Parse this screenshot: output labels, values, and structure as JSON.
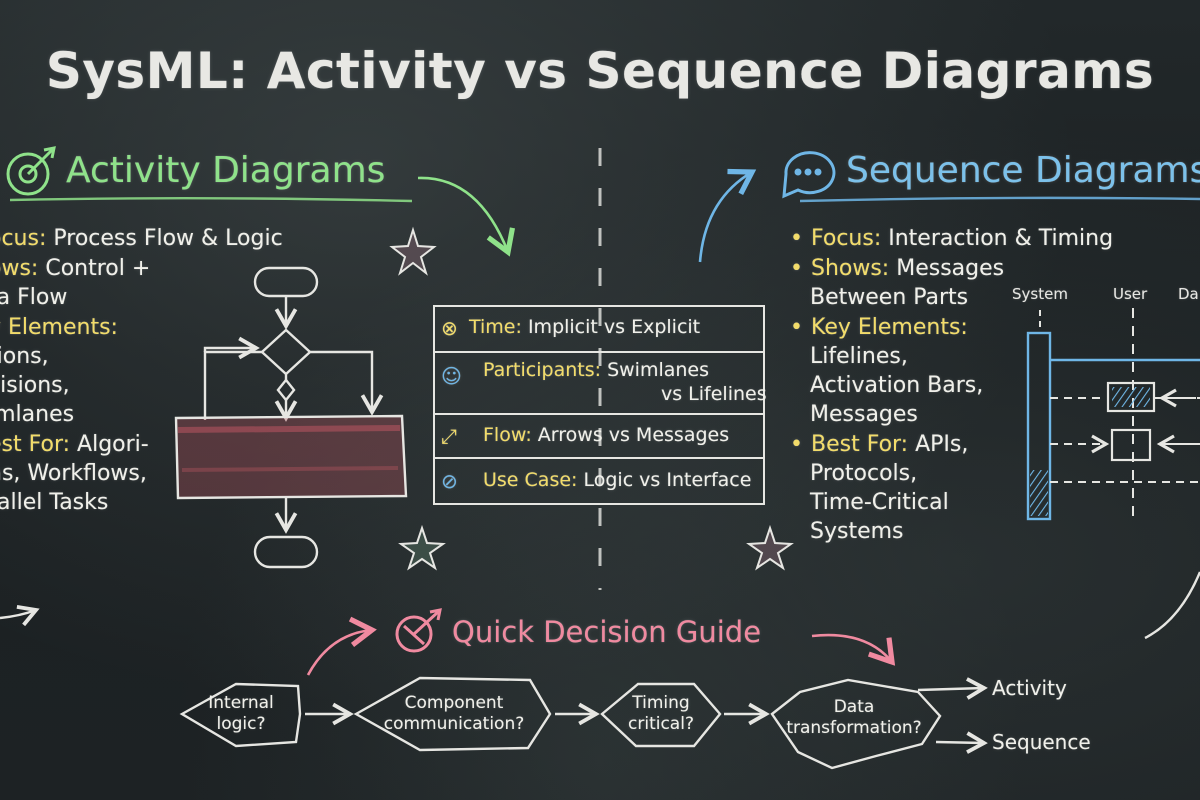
{
  "title": "SysML: Activity vs Sequence Diagrams",
  "activity": {
    "heading": "Activity Diagrams",
    "color": "#8fe28a",
    "bullets": [
      {
        "key": "ocus:",
        "lines": [
          "Process Flow & Logic"
        ]
      },
      {
        "key": "ows:",
        "lines": [
          "Control +",
          "ta Flow"
        ]
      },
      {
        "key": "y Elements:",
        "lines": [
          "tions,",
          "cisions,",
          "imlanes"
        ]
      },
      {
        "key": "est For:",
        "lines": [
          "Algori-",
          "ns, Workflows,",
          "rallel Tasks"
        ]
      }
    ]
  },
  "comparison": {
    "rows": [
      {
        "key": "Time:",
        "value": "Implicit vs Explicit",
        "icon": "clock-arrow-icon"
      },
      {
        "key": "Participants:",
        "value": "Swimlanes",
        "value2": "vs Lifelines",
        "icon": "people-icon"
      },
      {
        "key": "Flow:",
        "value": "Arrows vs Messages",
        "icon": "diagonal-arrow-icon"
      },
      {
        "key": "Use Case:",
        "value": "Logic vs Interface",
        "icon": "compass-icon"
      }
    ]
  },
  "sequence": {
    "heading": "Sequence Diagrams",
    "color": "#7cc1ea",
    "bullets": [
      {
        "key": "Focus:",
        "lines": [
          "Interaction & Timing"
        ]
      },
      {
        "key": "Shows:",
        "lines": [
          "Messages",
          "Between Parts"
        ]
      },
      {
        "key": "Key Elements:",
        "lines": [
          "Lifelines,",
          "Activation Bars,",
          "Messages"
        ]
      },
      {
        "key": "Best For:",
        "lines": [
          "APIs,",
          "Protocols,",
          "Time-Critical",
          "Systems"
        ]
      }
    ],
    "lifelines": [
      "System",
      "User",
      "Da"
    ]
  },
  "guide": {
    "heading": "Quick Decision Guide",
    "color": "#f08aa0",
    "decisions": [
      {
        "lines": [
          "Internal",
          "logic?"
        ]
      },
      {
        "lines": [
          "Component",
          "communication?"
        ]
      },
      {
        "lines": [
          "Timing",
          "critical?"
        ]
      },
      {
        "lines": [
          "Data",
          "transformation?"
        ]
      }
    ],
    "outcomes": [
      "Activity",
      "Sequence"
    ]
  },
  "colors": {
    "chalk_white": "#eeeeea",
    "chalk_yellow": "#f2dc6a",
    "band_red": "#b3545f",
    "accent_pink": "#f08aa0"
  }
}
